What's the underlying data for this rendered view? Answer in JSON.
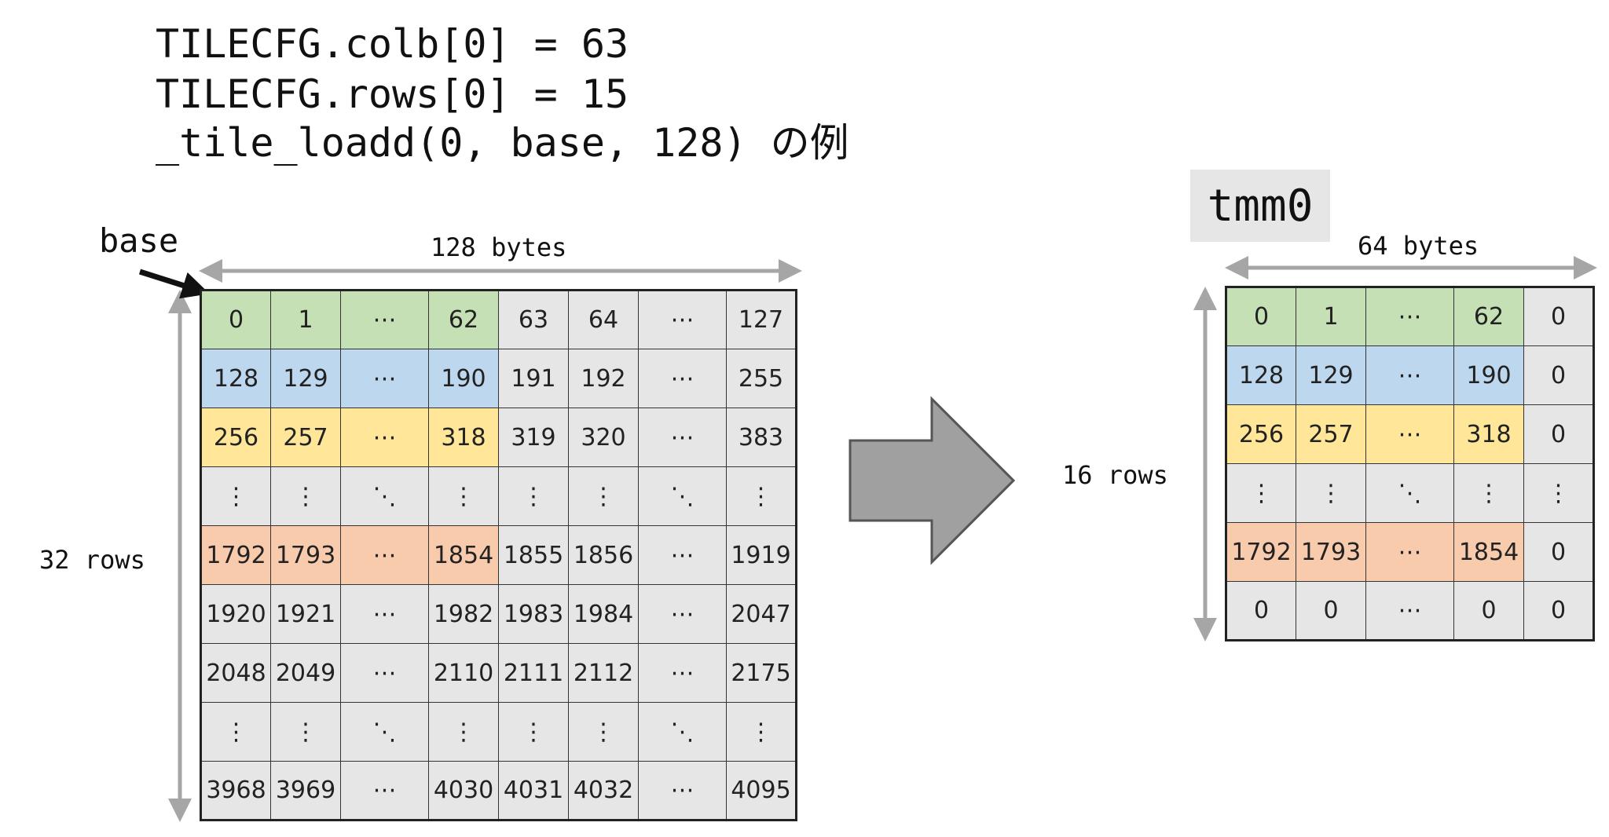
{
  "code_lines": [
    "TILECFG.colb[0] = 63",
    "TILECFG.rows[0] = 15",
    "_tile_loadd(0, base, 128) の例"
  ],
  "source": {
    "pointer_label": "base",
    "width_label": "128 bytes",
    "height_label": "32 rows",
    "rows": [
      {
        "color": "c-green",
        "cells": [
          "0",
          "1",
          "⋯",
          "62",
          "63",
          "64",
          "⋯",
          "127"
        ]
      },
      {
        "color": "c-blue",
        "cells": [
          "128",
          "129",
          "⋯",
          "190",
          "191",
          "192",
          "⋯",
          "255"
        ]
      },
      {
        "color": "c-yellow",
        "cells": [
          "256",
          "257",
          "⋯",
          "318",
          "319",
          "320",
          "⋯",
          "383"
        ]
      },
      {
        "color": "",
        "cells": [
          "⋮",
          "⋮",
          "⋱",
          "⋮",
          "⋮",
          "⋮",
          "⋱",
          "⋮"
        ]
      },
      {
        "color": "c-orange",
        "cells": [
          "1792",
          "1793",
          "⋯",
          "1854",
          "1855",
          "1856",
          "⋯",
          "1919"
        ]
      },
      {
        "color": "",
        "cells": [
          "1920",
          "1921",
          "⋯",
          "1982",
          "1983",
          "1984",
          "⋯",
          "2047"
        ]
      },
      {
        "color": "",
        "cells": [
          "2048",
          "2049",
          "⋯",
          "2110",
          "2111",
          "2112",
          "⋯",
          "2175"
        ]
      },
      {
        "color": "",
        "cells": [
          "⋮",
          "⋮",
          "⋱",
          "⋮",
          "⋮",
          "⋮",
          "⋱",
          "⋮"
        ]
      },
      {
        "color": "",
        "cells": [
          "3968",
          "3969",
          "⋯",
          "4030",
          "4031",
          "4032",
          "⋯",
          "4095"
        ]
      }
    ],
    "colored_columns": 4
  },
  "destination": {
    "register_label": "tmm0",
    "width_label": "64 bytes",
    "height_label": "16 rows",
    "rows": [
      {
        "color": "c-green",
        "cells": [
          "0",
          "1",
          "⋯",
          "62",
          "0"
        ]
      },
      {
        "color": "c-blue",
        "cells": [
          "128",
          "129",
          "⋯",
          "190",
          "0"
        ]
      },
      {
        "color": "c-yellow",
        "cells": [
          "256",
          "257",
          "⋯",
          "318",
          "0"
        ]
      },
      {
        "color": "",
        "cells": [
          "⋮",
          "⋮",
          "⋱",
          "⋮",
          "⋮"
        ]
      },
      {
        "color": "c-orange",
        "cells": [
          "1792",
          "1793",
          "⋯",
          "1854",
          "0"
        ]
      },
      {
        "color": "",
        "cells": [
          "0",
          "0",
          "⋯",
          "0",
          "0"
        ]
      }
    ],
    "colored_columns": 4
  },
  "colors": {
    "green": "#c5e0b4",
    "blue": "#bdd7ee",
    "yellow": "#ffe699",
    "orange": "#f8cbad",
    "gray_cell": "#e6e6e6",
    "dimension_arrow": "#a6a6a6",
    "big_arrow": "#a0a0a0"
  }
}
